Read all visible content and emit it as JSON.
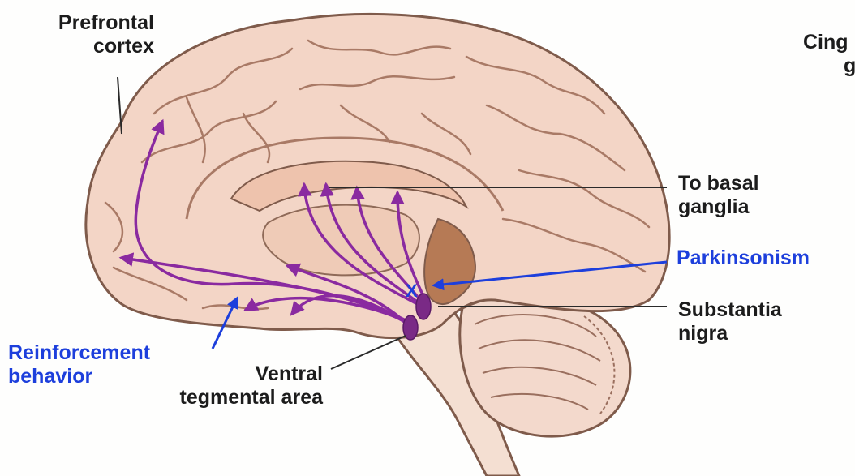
{
  "labels": {
    "prefrontal": [
      "Prefrontal",
      "cortex"
    ],
    "cingulate": [
      "Cing",
      "g"
    ],
    "basal": [
      "To basal",
      "ganglia"
    ],
    "parkinsonism": "Parkinsonism",
    "substantia": [
      "Substantia",
      "nigra"
    ],
    "reinforcement": [
      "Reinforcement",
      "behavior"
    ],
    "ventral": [
      "Ventral",
      "tegmental area"
    ]
  },
  "marker": "X",
  "colors": {
    "pathway": "#8a2aa0",
    "nucleus": "#7a2a86",
    "blue_label": "#1d3fdc",
    "dark_label": "#1c1c1c",
    "brain_fill": "#f3d5c6",
    "brain_outline": "#7f5b4b",
    "brainstem_fill": "#f4dfd2",
    "dopamine_region": "#b67a55"
  }
}
